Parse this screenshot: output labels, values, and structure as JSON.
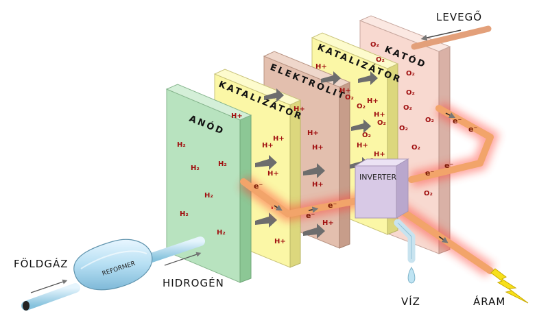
{
  "labels": {
    "air": "LEVEGŐ",
    "natural_gas": "FÖLDGÁZ",
    "hydrogen": "HIDROGÉN",
    "water": "VÍZ",
    "current": "ÁRAM",
    "reformer": "REFORMER",
    "inverter": "INVERTER"
  },
  "plates": {
    "anode": "ANÓD",
    "catalyst1": "KATALIZÁTOR",
    "electrolyte": "ELEKTROLIT",
    "catalyst2": "KATALIZÁTOR",
    "cathode": "KATÓD"
  },
  "symbols": {
    "h2": "H₂",
    "h_plus": "H+",
    "o2": "O₂",
    "electron": "e⁻"
  },
  "colors": {
    "anode": "#b8e3bf",
    "catalyst": "#fbf7a6",
    "electrolyte": "#e3bfae",
    "cathode": "#f8d9d0",
    "pipe": "#f2a46a",
    "glow": "#ff3b2f",
    "arrow": "#6d6d6d",
    "text_chem": "#a01010"
  }
}
